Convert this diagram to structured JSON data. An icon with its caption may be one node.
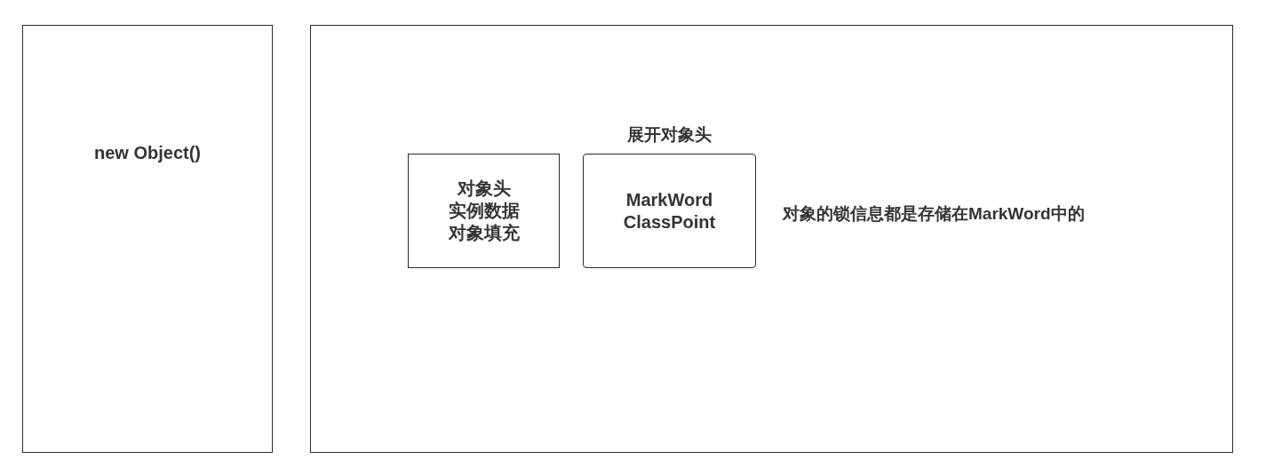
{
  "diagram": {
    "nodes": [
      {
        "text": [
          "new Object()"
        ]
      },
      {
        "text": [],
        "shape": "box"
      },
      {
        "text": [
          "对象头",
          "实例数据",
          "对象填充"
        ],
        "in": 1
      },
      {
        "text": [
          "展开对象头",
          "MarkWord",
          "ClassPoint"
        ],
        "in": 1
      }
    ],
    "labels": [
      "对象的锁信息都是存储在MarkWord中的"
    ]
  }
}
